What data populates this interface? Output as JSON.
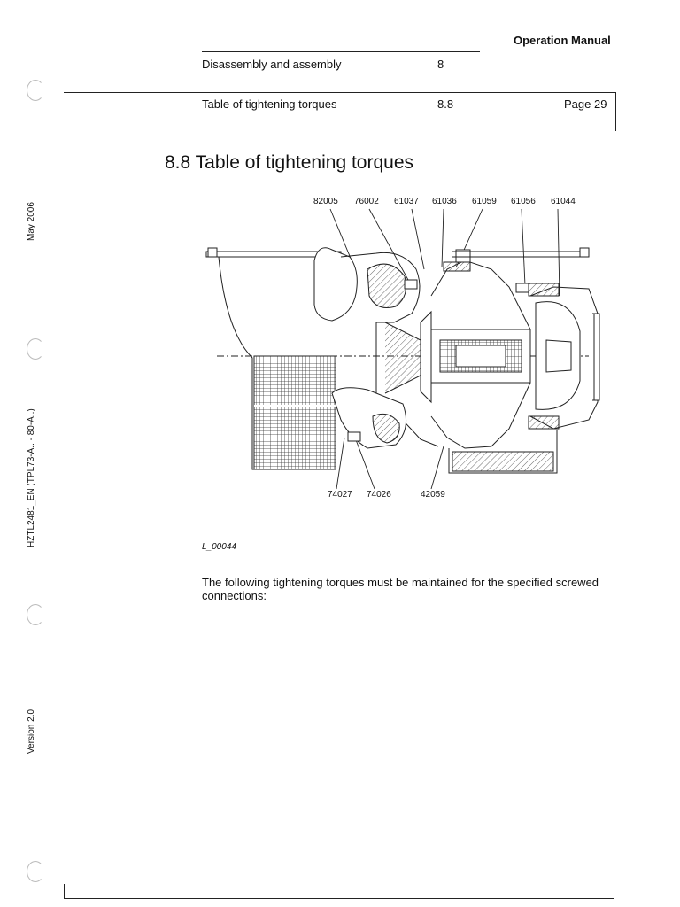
{
  "header": {
    "manual_title": "Operation Manual",
    "chapter_title": "Disassembly and assembly",
    "chapter_number": "8",
    "section_title": "Table of tightening torques",
    "section_number": "8.8",
    "page_label": "Page 29"
  },
  "sidebar": {
    "date": "May 2006",
    "doc_id": "HZTL2481_EN (TPL73-A.. - 80-A..)",
    "version": "Version 2.0"
  },
  "section": {
    "heading_number": "8.8",
    "heading_text": "Table of tightening torques"
  },
  "figure": {
    "top_labels": [
      "82005",
      "76002",
      "61037",
      "61036",
      "61059",
      "61056",
      "61044"
    ],
    "bottom_labels": [
      "74027",
      "74026",
      "42059"
    ],
    "reference": "L_00044"
  },
  "body": {
    "intro": "The following tightening torques must be maintained for the specified screwed connections:"
  }
}
